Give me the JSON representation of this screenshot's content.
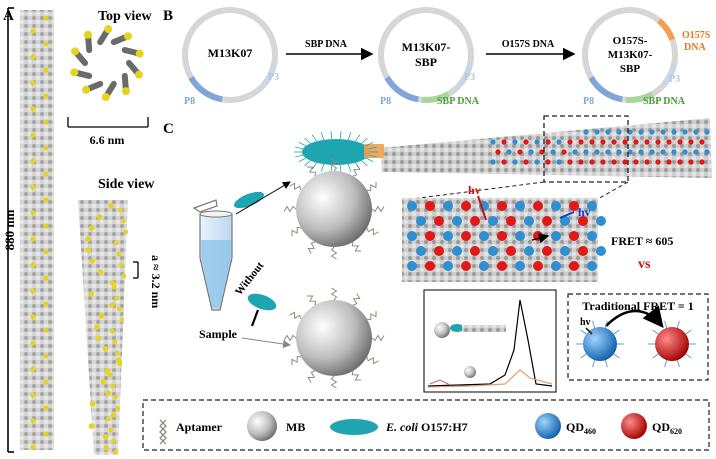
{
  "panels": {
    "a": {
      "label": "A",
      "length_label": "880 nm",
      "top_view_title": "Top view",
      "diameter_label": "6.6 nm",
      "side_view_title": "Side view",
      "pitch_label": "a ≈ 3.2 nm"
    },
    "b": {
      "label": "B",
      "plasmids": [
        {
          "name_lines": [
            "M13K07"
          ],
          "p3": "P3",
          "p8": "P8"
        },
        {
          "name_lines": [
            "M13K07-",
            "SBP"
          ],
          "p3": "P3",
          "p8": "P8",
          "insert": "SBP DNA"
        },
        {
          "name_lines": [
            "O157S-",
            "M13K07-",
            "SBP"
          ],
          "p3": "P3",
          "p8": "P8",
          "insert": "SBP DNA",
          "insert2_lines": [
            "O157S",
            "DNA"
          ]
        }
      ],
      "arrows": [
        "SBP DNA",
        "O157S DNA"
      ]
    },
    "c": {
      "label": "C",
      "sample_label": "Sample",
      "without_label": "Without",
      "hv_label": "hv",
      "fret_label": "FRET ≈ 605",
      "vs_label": "vs",
      "traditional_label": "Traditional FRET = 1"
    }
  },
  "legend": {
    "aptamer": "Aptamer",
    "mb": "MB",
    "ecoli_italic": "E. coli",
    "ecoli_rest": " O157:H7",
    "qd460_base": "QD",
    "qd460_sub": "460",
    "qd620_base": "QD",
    "qd620_sub": "620"
  },
  "colors": {
    "p8_arc": "#7ea6d8",
    "p3_arc": "#c9d6e6",
    "sbp_arc": "#a9d69a",
    "o157_arc": "#f0a050",
    "bacteria": "#1fa5b0",
    "qd460": "#2f8fd0",
    "qd620": "#e01818",
    "gold": "#e6d31c",
    "vs": "#d01010"
  }
}
